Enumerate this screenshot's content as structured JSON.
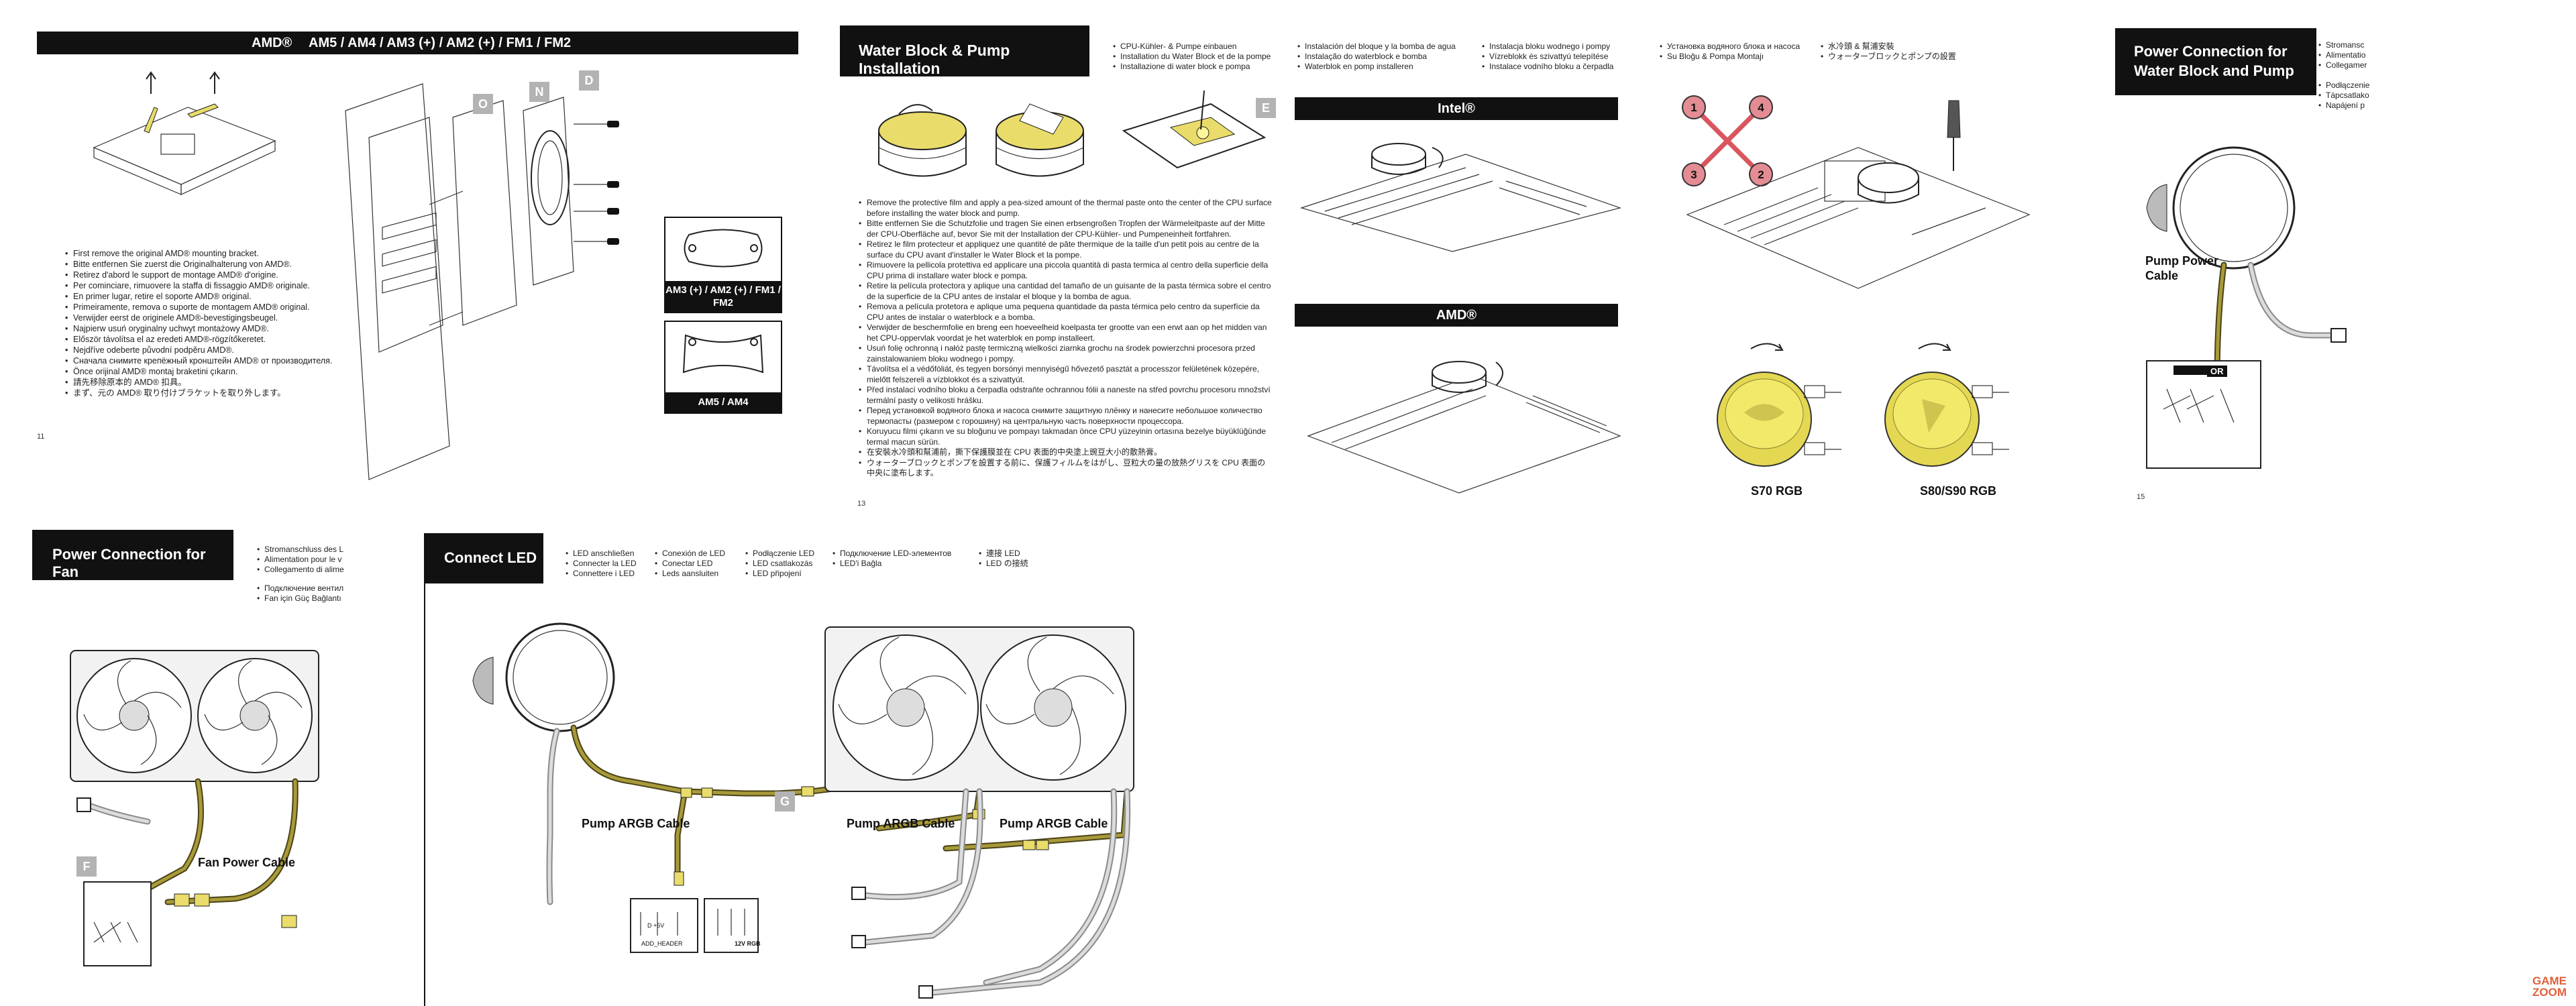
{
  "amd_page": {
    "brand": "AMD®",
    "sockets": "AM5 / AM4 / AM3 (+) / AM2 (+) / FM1 / FM2",
    "steps": [
      "First remove the original AMD® mounting bracket.",
      "Bitte entfernen Sie zuerst die Originalhalterung von AMD®.",
      "Retirez d'abord le support de montage AMD® d'origine.",
      "Per cominciare, rimuovere la staffa di fissaggio AMD® originale.",
      "En primer lugar, retire el soporte AMD® original.",
      "Primeiramente, remova o suporte de montagem AMD® original.",
      "Verwijder eerst de originele AMD®-bevestigingsbeugel.",
      "Najpierw usuń oryginalny uchwyt montażowy AMD®.",
      "Először távolítsa el az eredeti AMD®-rögzítőkeretet.",
      "Nejdříve odeberte původní podpěru AMD®.",
      "Сначала снимите крепёжный кронштейн AMD® от производителя.",
      "Önce orijinal AMD® montaj braketini çıkarın.",
      "請先移除原本的 AMD® 扣具。",
      "まず、元の AMD® 取り付けブラケットを取り外します。"
    ],
    "callout_1": "AM3 (+) / AM2 (+) / FM1 / FM2",
    "callout_2": "AM5 / AM4",
    "tags": [
      "O",
      "N",
      "D"
    ],
    "page_num": "11"
  },
  "water_block": {
    "title": "Water Block & Pump Installation",
    "langs_col1": [
      "CPU-Kühler- & Pumpe einbauen",
      "Installation du Water Block et de la pompe",
      "Installazione di water block e pompa"
    ],
    "langs_col2": [
      "Instalación del bloque y la bomba de agua",
      "Instalação do waterblock e bomba",
      "Waterblok en pomp installeren"
    ],
    "langs_col3": [
      "Instalacja bloku wodnego i pompy",
      "Vízreblokk és szivattyú telepítése",
      "Instalace vodního bloku a čerpadla"
    ],
    "langs_col4": [
      "Установка водяного блока и насоса",
      "Su Bloğu & Pompa Montajı"
    ],
    "langs_col5": [
      "水冷頭 & 幫浦安裝",
      "ウォーターブロックとポンプの設置"
    ],
    "tag": "E",
    "intel_label": "Intel®",
    "amd_label": "AMD®",
    "steps": [
      "Remove the protective film and apply a pea-sized amount of the thermal paste onto the center of the CPU surface before installing the water block and pump.",
      "Bitte entfernen Sie die Schutzfolie und tragen Sie einen erbsengroßen Tropfen der Wärmeleitpaste auf der Mitte der CPU-Oberfläche auf, bevor Sie mit der Installation der CPU-Kühler- und Pumpeneinheit fortfahren.",
      "Retirez le film protecteur et appliquez une quantité de pâte thermique de la taille d'un petit pois au centre de la surface du CPU avant d'installer le Water Block et la pompe.",
      "Rimuovere la pellicola protettiva ed applicare una piccola quantità di pasta termica al centro della superficie della CPU prima di installare water block e pompa.",
      "Retire la película protectora y aplique una cantidad del tamaño de un guisante de la pasta térmica sobre el centro de la superficie de la CPU antes de instalar el bloque y la bomba de agua.",
      "Remova a película protetora e aplique uma pequena quantidade da pasta térmica pelo centro da superfície da CPU antes de instalar o waterblock e a bomba.",
      "Verwijder de beschermfolie en breng een hoeveelheid koelpasta ter grootte van een erwt aan op het midden van het CPU-oppervlak voordat je het waterblok en pomp installeert.",
      "Usuń folię ochronną i nałóż pastę termiczną wielkości ziarnka grochu na środek powierzchni procesora przed zainstalowaniem bloku wodnego i pompy.",
      "Távolítsa el a védőfóliát, és tegyen borsónyi mennyiségű hővezető pasztát a processzor felületének közepére, mielőtt felszereli a vízblokkot és a szivattyút.",
      "Před instalací vodního bloku a čerpadla odstraňte ochrannou fólii a naneste na střed povrchu procesoru množství termální pasty o velikosti hrášku.",
      "Перед установкой водяного блока и насоса снимите защитную плёнку и нанесите небольшое количество термопасты (размером с горошину) на центральную часть поверхности процессора.",
      "Koruyucu filmi çıkarın ve su bloğunu ve pompayı takmadan önce CPU yüzeyinin ortasına bezelye büyüklüğünde termal macun sürün.",
      "在安裝水冷頭和幫浦前，撕下保護膜並在 CPU 表面的中央塗上豌豆大小的散熱膏。",
      "ウォーターブロックとポンプを設置する前に、保護フィルムをはがし、豆粒大の量の放熱グリスを CPU 表面の中央に塗布します。"
    ],
    "page_num": "13"
  },
  "screw_page": {
    "order": [
      "1",
      "4",
      "3",
      "2"
    ],
    "label_s70": "S70 RGB",
    "label_s80": "S80/S90 RGB"
  },
  "power_pump": {
    "title": "Power Connection for Water Block and Pump",
    "langs": [
      "Stromansc",
      "Alimentatio",
      "Collegamer",
      "Podłączenie",
      "Tápcsatlako",
      "Napájení p"
    ],
    "pump_cable": "Pump Power Cable",
    "or_label": "OR",
    "page_num": "15"
  },
  "power_fan": {
    "title": "Power Connection for Fan",
    "langs": [
      "Stromanschluss des L",
      "Alimentation pour le v",
      "Collegamento di alime",
      "Подключение вентил",
      "Fan için Güç Bağlantı"
    ],
    "fan_cable": "Fan Power Cable",
    "tag": "F"
  },
  "connect_led": {
    "title": "Connect LED",
    "col1": [
      "LED anschließen",
      "Connecter la LED",
      "Connettere i LED"
    ],
    "col2": [
      "Conexión de LED",
      "Conectar LED",
      "Leds aansluiten"
    ],
    "col3": [
      "Podłączenie LED",
      "LED csatlakozás",
      "LED připojení"
    ],
    "col4": [
      "Подключение LED-элементов",
      "LED'i Bağla"
    ],
    "col5": [
      "連接 LED",
      "LED の接続"
    ],
    "pump_argb_1": "Pump ARGB Cable",
    "pump_argb_2": "Pump ARGB Cable",
    "pump_argb_3": "Pump ARGB Cable",
    "tag": "G",
    "header_label": "ADD_HEADER",
    "header_pins": "D +5V",
    "rgb_label": "12V RGB"
  },
  "watermark": {
    "line1": "GAME",
    "line2": "ZOOM"
  },
  "colors": {
    "accent_yellow": "#e9dc6a",
    "banner": "#111111",
    "tag_gray": "#b3b3b3"
  }
}
